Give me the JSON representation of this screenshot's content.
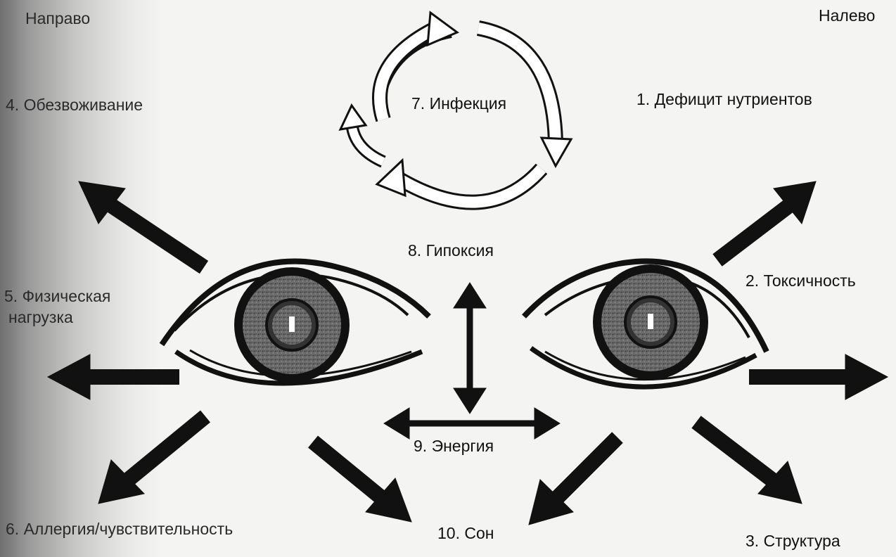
{
  "header": {
    "right_label": "Налево",
    "left_label": "Направо"
  },
  "factors": {
    "f1": "1. Дефицит нутриентов",
    "f2": "2. Токсичность",
    "f3": "3. Структура",
    "f4": "4. Обезвоживание",
    "f5_line1": "5. Физическая",
    "f5_line2": "нагрузка",
    "f6": "6. Аллергия/чувствительность",
    "f7": "7. Инфекция",
    "f8": "8. Гипоксия",
    "f9": "9. Энергия",
    "f10": "10. Сон"
  }
}
